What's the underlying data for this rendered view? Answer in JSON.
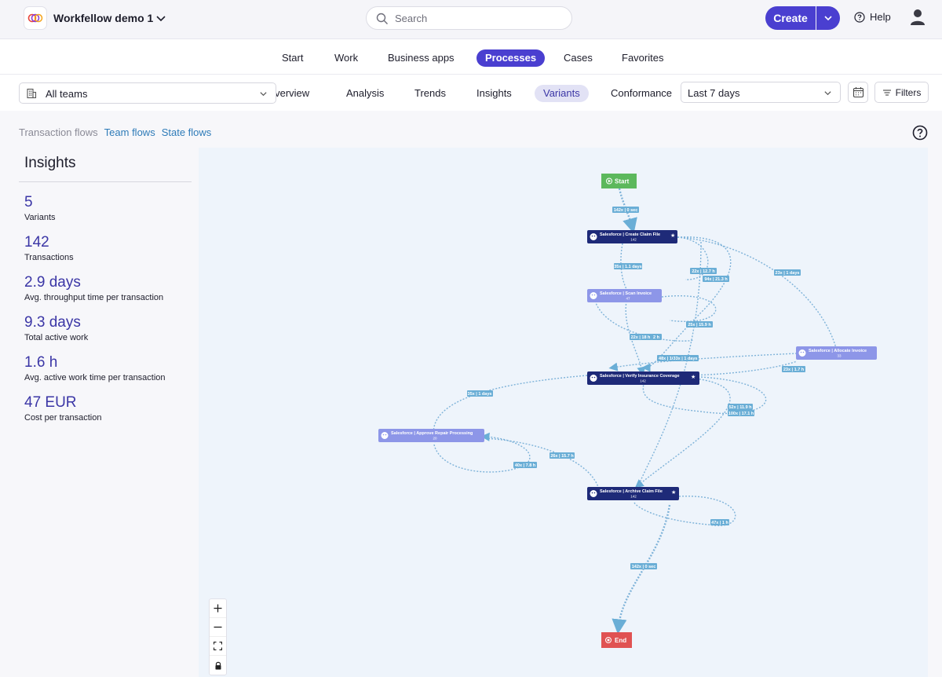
{
  "topbar": {
    "workspace_name": "Workfellow demo 1",
    "search_placeholder": "Search",
    "create_label": "Create",
    "help_label": "Help"
  },
  "main_nav": {
    "items": [
      "Start",
      "Work",
      "Business apps",
      "Processes",
      "Cases",
      "Favorites"
    ],
    "active": "Processes"
  },
  "sub_nav": {
    "team_select": "All teams",
    "items": [
      "Overview",
      "Analysis",
      "Trends",
      "Insights",
      "Variants",
      "Conformance"
    ],
    "active": "Variants",
    "date_range": "Last 7 days",
    "filters_label": "Filters"
  },
  "flow_tabs": [
    "Transaction flows",
    "Team flows",
    "State flows"
  ],
  "insights": {
    "title": "Insights",
    "metrics": [
      {
        "value": "5",
        "label": "Variants"
      },
      {
        "value": "142",
        "label": "Transactions"
      },
      {
        "value": "2.9 days",
        "label": "Avg. throughput time per transaction"
      },
      {
        "value": "9.3 days",
        "label": "Total active work"
      },
      {
        "value": "1.6 h",
        "label": "Avg. active work time per transaction"
      },
      {
        "value": "47 EUR",
        "label": "Cost per transaction"
      }
    ]
  },
  "flow_graph": {
    "start_label": "Start",
    "end_label": "End",
    "nodes": [
      {
        "id": "create",
        "label": "Salesforce | Create Claim File",
        "count": "142",
        "starred": true,
        "style": "dark"
      },
      {
        "id": "scan",
        "label": "Salesforce | Scan Invoice",
        "count": "47",
        "starred": false,
        "style": "light"
      },
      {
        "id": "allocate",
        "label": "Salesforce | Allocate Invoice",
        "count": "33",
        "starred": false,
        "style": "light"
      },
      {
        "id": "verify",
        "label": "Salesforce | Verify Insurance Coverage",
        "count": "142",
        "starred": true,
        "style": "dark"
      },
      {
        "id": "approve",
        "label": "Salesforce | Approve Repair Processing",
        "count": "20",
        "starred": false,
        "style": "light"
      },
      {
        "id": "archive",
        "label": "Salesforce | Archive Claim File",
        "count": "142",
        "starred": true,
        "style": "dark"
      }
    ],
    "edge_labels": [
      "142x | 0 sec",
      "35x | 1.1 days",
      "22x | 12.7 h",
      "94x | 21.3 h",
      "23x | 1 days",
      "25x | 15.9 h",
      "22x | 18 h",
      "2 h",
      "48x | 16",
      "33x | 1 days",
      "23x | 1.7 h",
      "35x | 1 days",
      "52x | 11.9 h",
      "100x | 17.1 h",
      "26x | 15.7 h",
      "40x | 7.8 h",
      "47x | 1 h",
      "142x | 0 sec"
    ]
  },
  "colors": {
    "accent": "#4a3fd0",
    "node_dark": "#1e2a78",
    "node_light": "#8d96e8",
    "start": "#5cb85c",
    "end": "#e05252",
    "edge": "#7fb3d9",
    "edge_label_bg": "#6aaed6"
  },
  "icons": [
    "logo-icon",
    "chevron-down-icon",
    "search-icon",
    "help-icon",
    "user-icon",
    "building-icon",
    "calendar-icon",
    "filter-icon",
    "question-circle-icon",
    "plus-icon",
    "minus-icon",
    "fullscreen-icon",
    "lock-icon"
  ]
}
